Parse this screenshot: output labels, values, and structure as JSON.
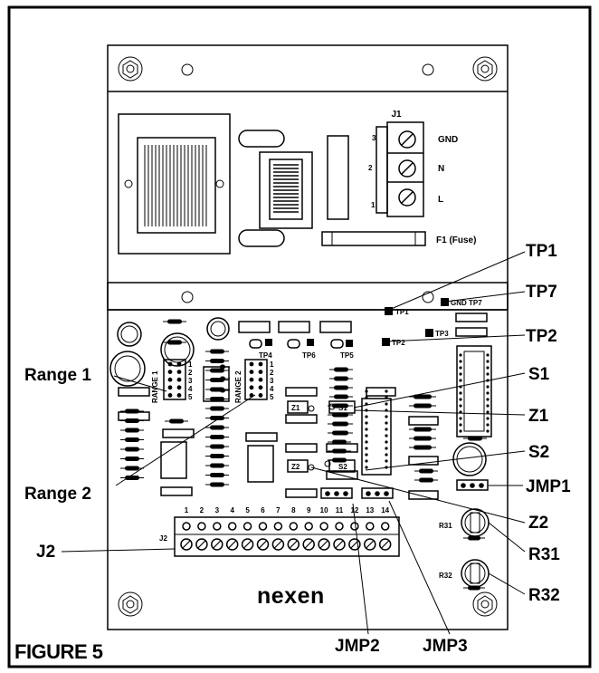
{
  "figure_label": "FIGURE 5",
  "brand": "nexen",
  "board": {
    "j1": {
      "name": "J1",
      "pins": [
        "3",
        "2",
        "1"
      ],
      "pin_labels": [
        "GND",
        "N",
        "L"
      ]
    },
    "fuse": "F1 (Fuse)",
    "test_points": {
      "tp1": "TP1",
      "tp2": "TP2",
      "tp3": "TP3",
      "tp4": "TP4",
      "tp5": "TP5",
      "tp6": "TP6",
      "gnd_tp7": "GND TP7"
    },
    "range1": {
      "name": "RANGE 1",
      "pins": [
        "1",
        "2",
        "3",
        "4",
        "5"
      ]
    },
    "range2": {
      "name": "RANGE 2",
      "pins": [
        "1",
        "2",
        "3",
        "4",
        "5"
      ]
    },
    "z1": "Z1",
    "z2": "Z2",
    "s1": "S1",
    "s2": "S2",
    "r31": "R31",
    "r32": "R32",
    "j2": {
      "name": "J2",
      "terminals": [
        "1",
        "2",
        "3",
        "4",
        "5",
        "6",
        "7",
        "8",
        "9",
        "10",
        "11",
        "12",
        "13",
        "14"
      ]
    }
  },
  "callouts": {
    "tp1": "TP1",
    "tp7": "TP7",
    "tp2": "TP2",
    "s1": "S1",
    "z1": "Z1",
    "s2": "S2",
    "jmp1": "JMP1",
    "z2": "Z2",
    "r31": "R31",
    "r32": "R32",
    "range1": "Range 1",
    "range2": "Range 2",
    "j2": "J2",
    "jmp2": "JMP2",
    "jmp3": "JMP3"
  }
}
